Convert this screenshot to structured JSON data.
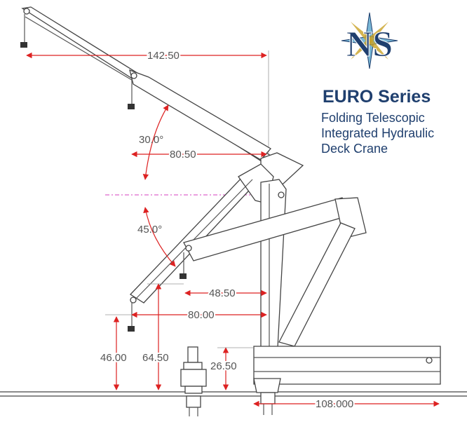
{
  "brand": {
    "logo_letters": "NS",
    "series_title": "EURO Series",
    "subtitle_lines": [
      "Folding Telescopic",
      "Integrated Hydraulic",
      "Deck Crane"
    ],
    "colors": {
      "navy": "#1f3f6e",
      "gold": "#c9a227",
      "cyan": "#79b7d6"
    }
  },
  "dimensions": {
    "reach_max": "142.50",
    "angle_upper": "30.0°",
    "reach_upper": "80.50",
    "angle_mid": "45.0°",
    "reach_mid_short": "48.50",
    "reach_mid": "80.00",
    "height_hook_low": "46.00",
    "height_hook_mid": "64.50",
    "height_base": "26.50",
    "stowed_length": "108.000"
  },
  "colors": {
    "outline": "#444444",
    "dimension_red": "#dd2222",
    "centerline_pink": "#d43fbf"
  }
}
